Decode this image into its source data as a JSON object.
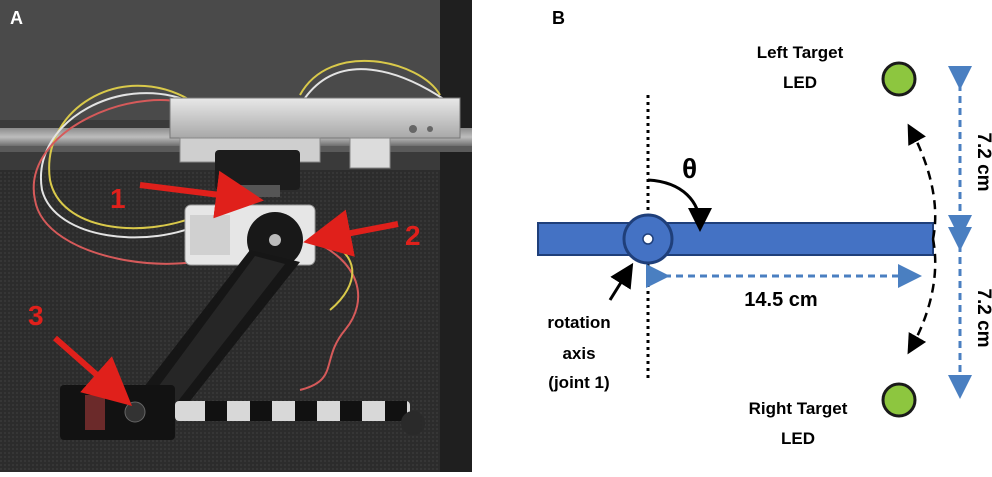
{
  "panel_a": {
    "label": "A",
    "callouts": [
      "1",
      "2",
      "3"
    ]
  },
  "panel_b": {
    "label": "B",
    "theta": "θ",
    "arm_length": "14.5 cm",
    "offset_upper": "7.2 cm",
    "offset_lower": "7.2 cm",
    "left_target": [
      "Left Target",
      "LED"
    ],
    "right_target": [
      "Right Target",
      "LED"
    ],
    "axis_label": [
      "rotation",
      "axis",
      "(joint 1)"
    ]
  },
  "colors": {
    "arm": "#4472c4",
    "arm_edge": "#1f3f7a",
    "led": "#8dc63f",
    "dimension": "#4a7fc1",
    "callout": "#e0201b"
  }
}
